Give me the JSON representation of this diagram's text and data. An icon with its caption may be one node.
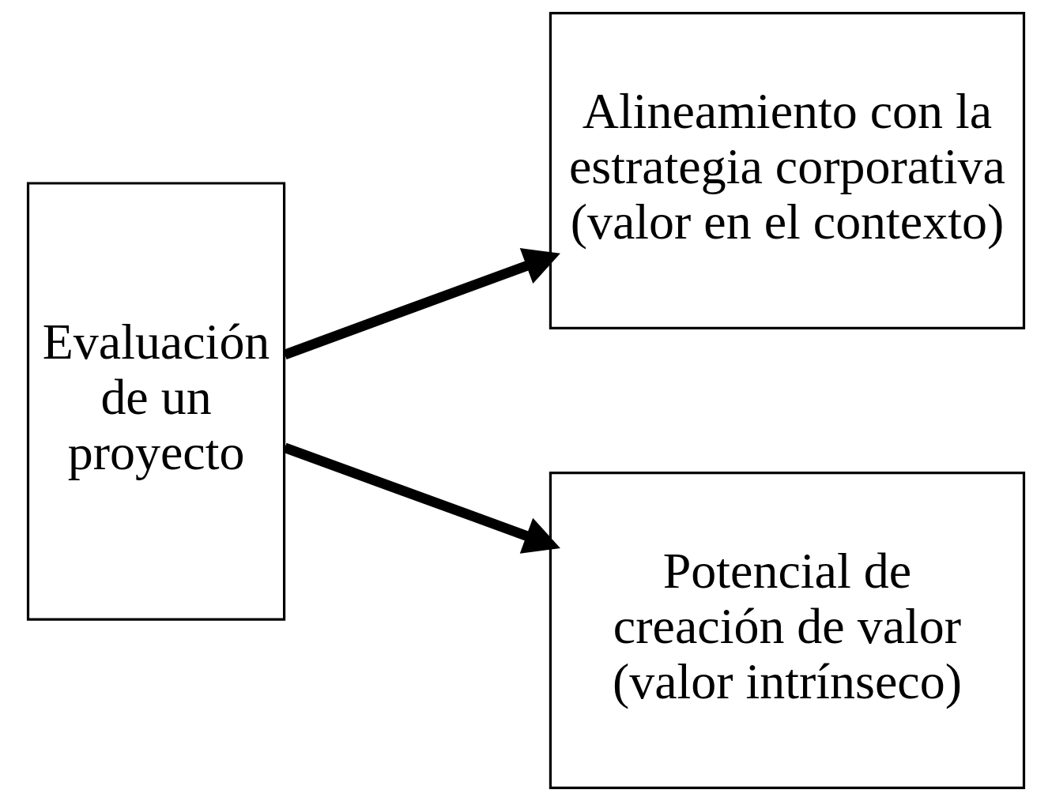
{
  "diagram": {
    "nodes": [
      {
        "text": [
          "Evaluación de un proyecto"
        ]
      },
      {
        "text": [
          "Alineamiento con la estrategia corporativa (valor en el contexto)"
        ]
      },
      {
        "text": [
          "Potencial de creación de valor (valor intrínseco)"
        ]
      }
    ],
    "edges": [
      {
        "from": 0,
        "to": 1,
        "arrow": "to"
      },
      {
        "from": 0,
        "to": 2,
        "arrow": "to"
      }
    ]
  }
}
